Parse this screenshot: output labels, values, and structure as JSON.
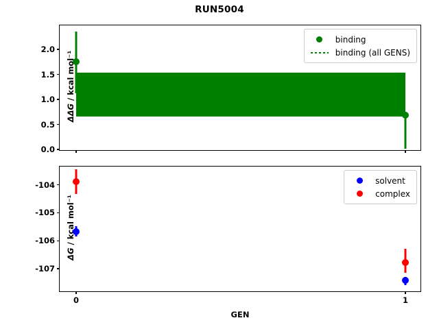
{
  "figure": {
    "title": "RUN5004",
    "xlabel": "GEN"
  },
  "colors": {
    "binding": "#008000",
    "solvent": "#0000ff",
    "complex": "#ff0000",
    "axis": "#000000",
    "background": "#ffffff"
  },
  "top_panel": {
    "ylabel_main": "ΔΔG",
    "ylabel_units": " / kcal mol⁻¹",
    "yticks": [
      "0.0",
      "0.5",
      "1.0",
      "1.5",
      "2.0"
    ],
    "legend": [
      {
        "label": "binding",
        "key": "circle-marker",
        "color": "#008000"
      },
      {
        "label": "binding (all GENS)",
        "key": "dotted-line",
        "color": "#008000"
      }
    ]
  },
  "bottom_panel": {
    "ylabel_main": "ΔG",
    "ylabel_units": " / kcal mol⁻¹",
    "yticks": [
      "-104",
      "-105",
      "-106",
      "-107"
    ],
    "xticks": [
      "0",
      "1"
    ],
    "legend": [
      {
        "label": "solvent",
        "key": "circle-marker",
        "color": "#0000ff"
      },
      {
        "label": "complex",
        "key": "circle-marker",
        "color": "#ff0000"
      }
    ]
  },
  "chart_data": [
    {
      "type": "scatter",
      "panel": "top",
      "title": "RUN5004",
      "xlabel": "GEN",
      "ylabel": "ΔΔG / kcal mol⁻¹",
      "x": [
        0,
        1
      ],
      "xlim": [
        -0.05,
        1.05
      ],
      "ylim": [
        -0.04,
        2.48
      ],
      "ytick_values": [
        0.0,
        0.5,
        1.0,
        1.5,
        2.0
      ],
      "grid": false,
      "legend_position": "upper right",
      "series": [
        {
          "name": "binding",
          "color": "#008000",
          "values": [
            1.75,
            0.68
          ],
          "yerr_low": [
            0.63,
            0.66
          ],
          "yerr_high": [
            0.61,
            0.02
          ]
        },
        {
          "name": "binding (all GENS)",
          "color": "#008000",
          "style": "dotted-band",
          "band_low": 0.66,
          "band_high": 1.53
        }
      ]
    },
    {
      "type": "scatter",
      "panel": "bottom",
      "xlabel": "GEN",
      "ylabel": "ΔG / kcal mol⁻¹",
      "x": [
        0,
        1
      ],
      "xlim": [
        -0.05,
        1.05
      ],
      "ylim": [
        -107.85,
        -103.35
      ],
      "ytick_values": [
        -104,
        -105,
        -106,
        -107
      ],
      "grid": false,
      "legend_position": "upper right",
      "series": [
        {
          "name": "solvent",
          "color": "#0000ff",
          "values": [
            -105.67,
            -107.42
          ],
          "yerr_low": [
            0.18,
            0.17
          ],
          "yerr_high": [
            0.2,
            0.13
          ]
        },
        {
          "name": "complex",
          "color": "#ff0000",
          "values": [
            -103.88,
            -106.78
          ],
          "yerr_low": [
            0.45,
            0.35
          ],
          "yerr_high": [
            0.42,
            0.5
          ]
        }
      ]
    }
  ]
}
